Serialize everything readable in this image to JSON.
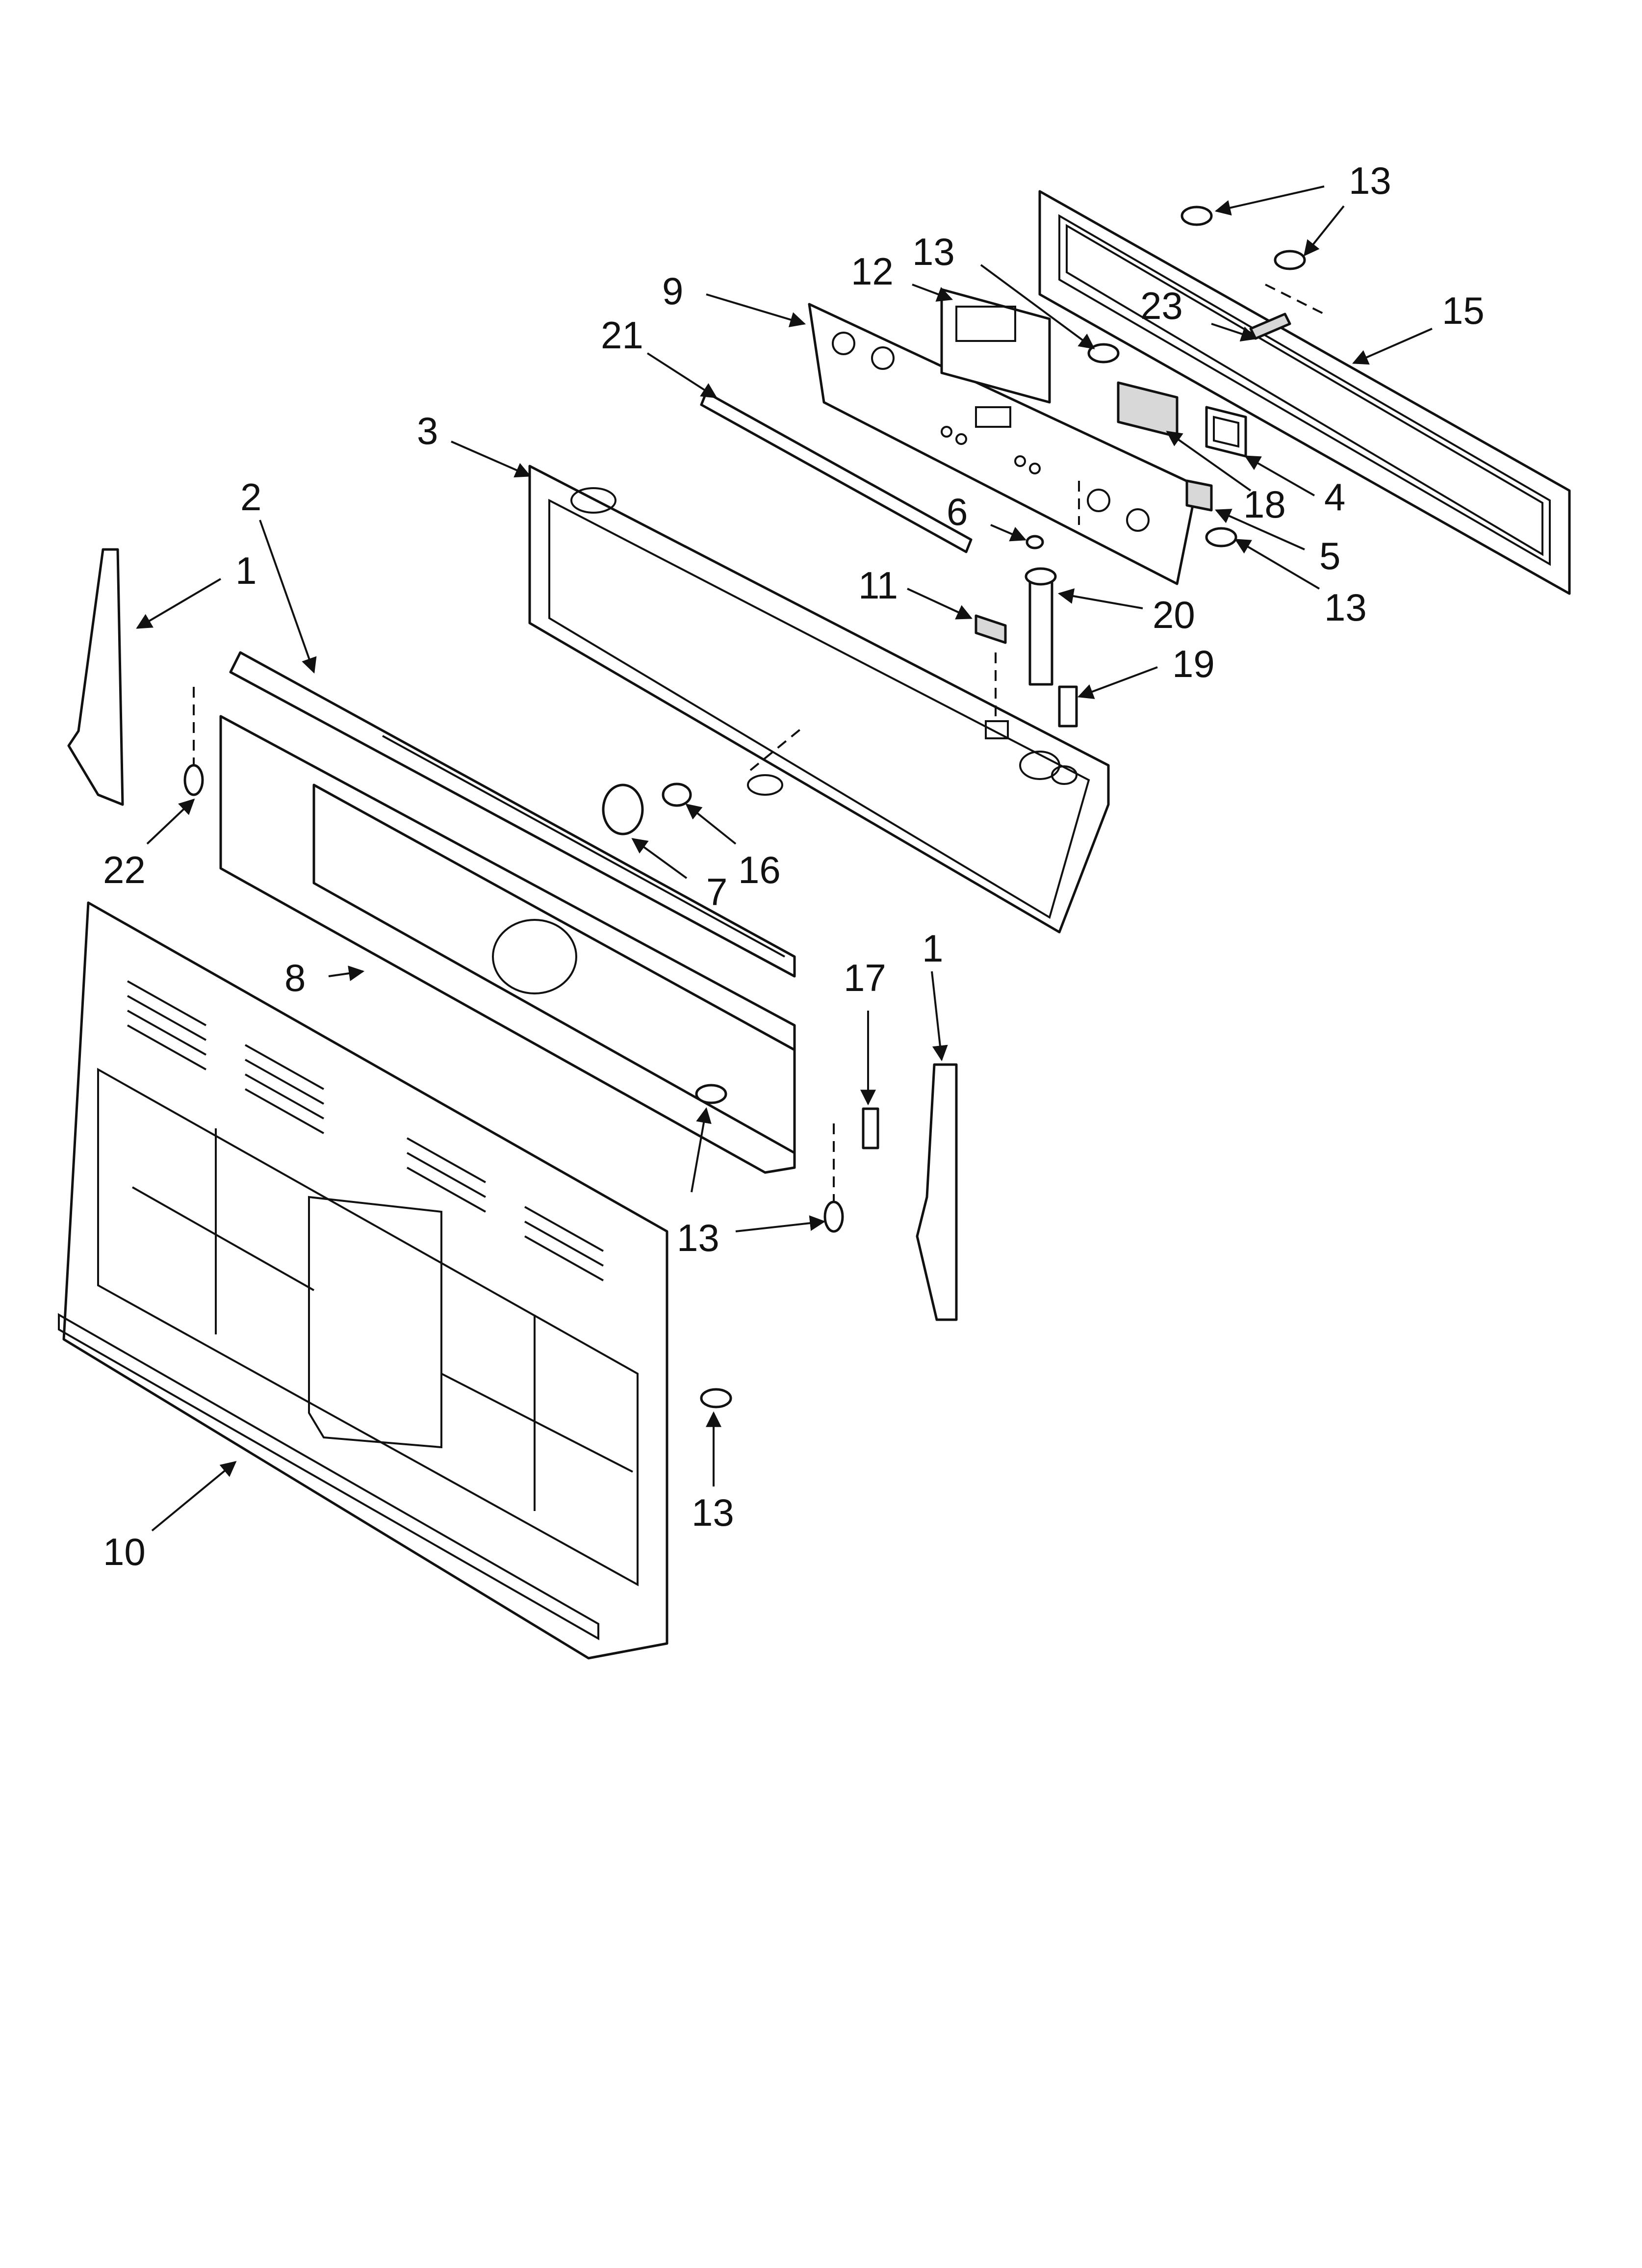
{
  "diagram": {
    "callouts": [
      {
        "id": "c13a",
        "label": "13"
      },
      {
        "id": "c13b",
        "label": "13"
      },
      {
        "id": "c12",
        "label": "12"
      },
      {
        "id": "c9",
        "label": "9"
      },
      {
        "id": "c23",
        "label": "23"
      },
      {
        "id": "c15",
        "label": "15"
      },
      {
        "id": "c21",
        "label": "21"
      },
      {
        "id": "c3",
        "label": "3"
      },
      {
        "id": "c4",
        "label": "4"
      },
      {
        "id": "c18",
        "label": "18"
      },
      {
        "id": "c6",
        "label": "6"
      },
      {
        "id": "c5",
        "label": "5"
      },
      {
        "id": "c13c",
        "label": "13"
      },
      {
        "id": "c2",
        "label": "2"
      },
      {
        "id": "c1a",
        "label": "1"
      },
      {
        "id": "c11",
        "label": "11"
      },
      {
        "id": "c20",
        "label": "20"
      },
      {
        "id": "c19",
        "label": "19"
      },
      {
        "id": "c22",
        "label": "22"
      },
      {
        "id": "c16",
        "label": "16"
      },
      {
        "id": "c7",
        "label": "7"
      },
      {
        "id": "c8",
        "label": "8"
      },
      {
        "id": "c17",
        "label": "17"
      },
      {
        "id": "c1b",
        "label": "1"
      },
      {
        "id": "c13d",
        "label": "13"
      },
      {
        "id": "c13e",
        "label": "13"
      },
      {
        "id": "c10",
        "label": "10"
      }
    ]
  }
}
